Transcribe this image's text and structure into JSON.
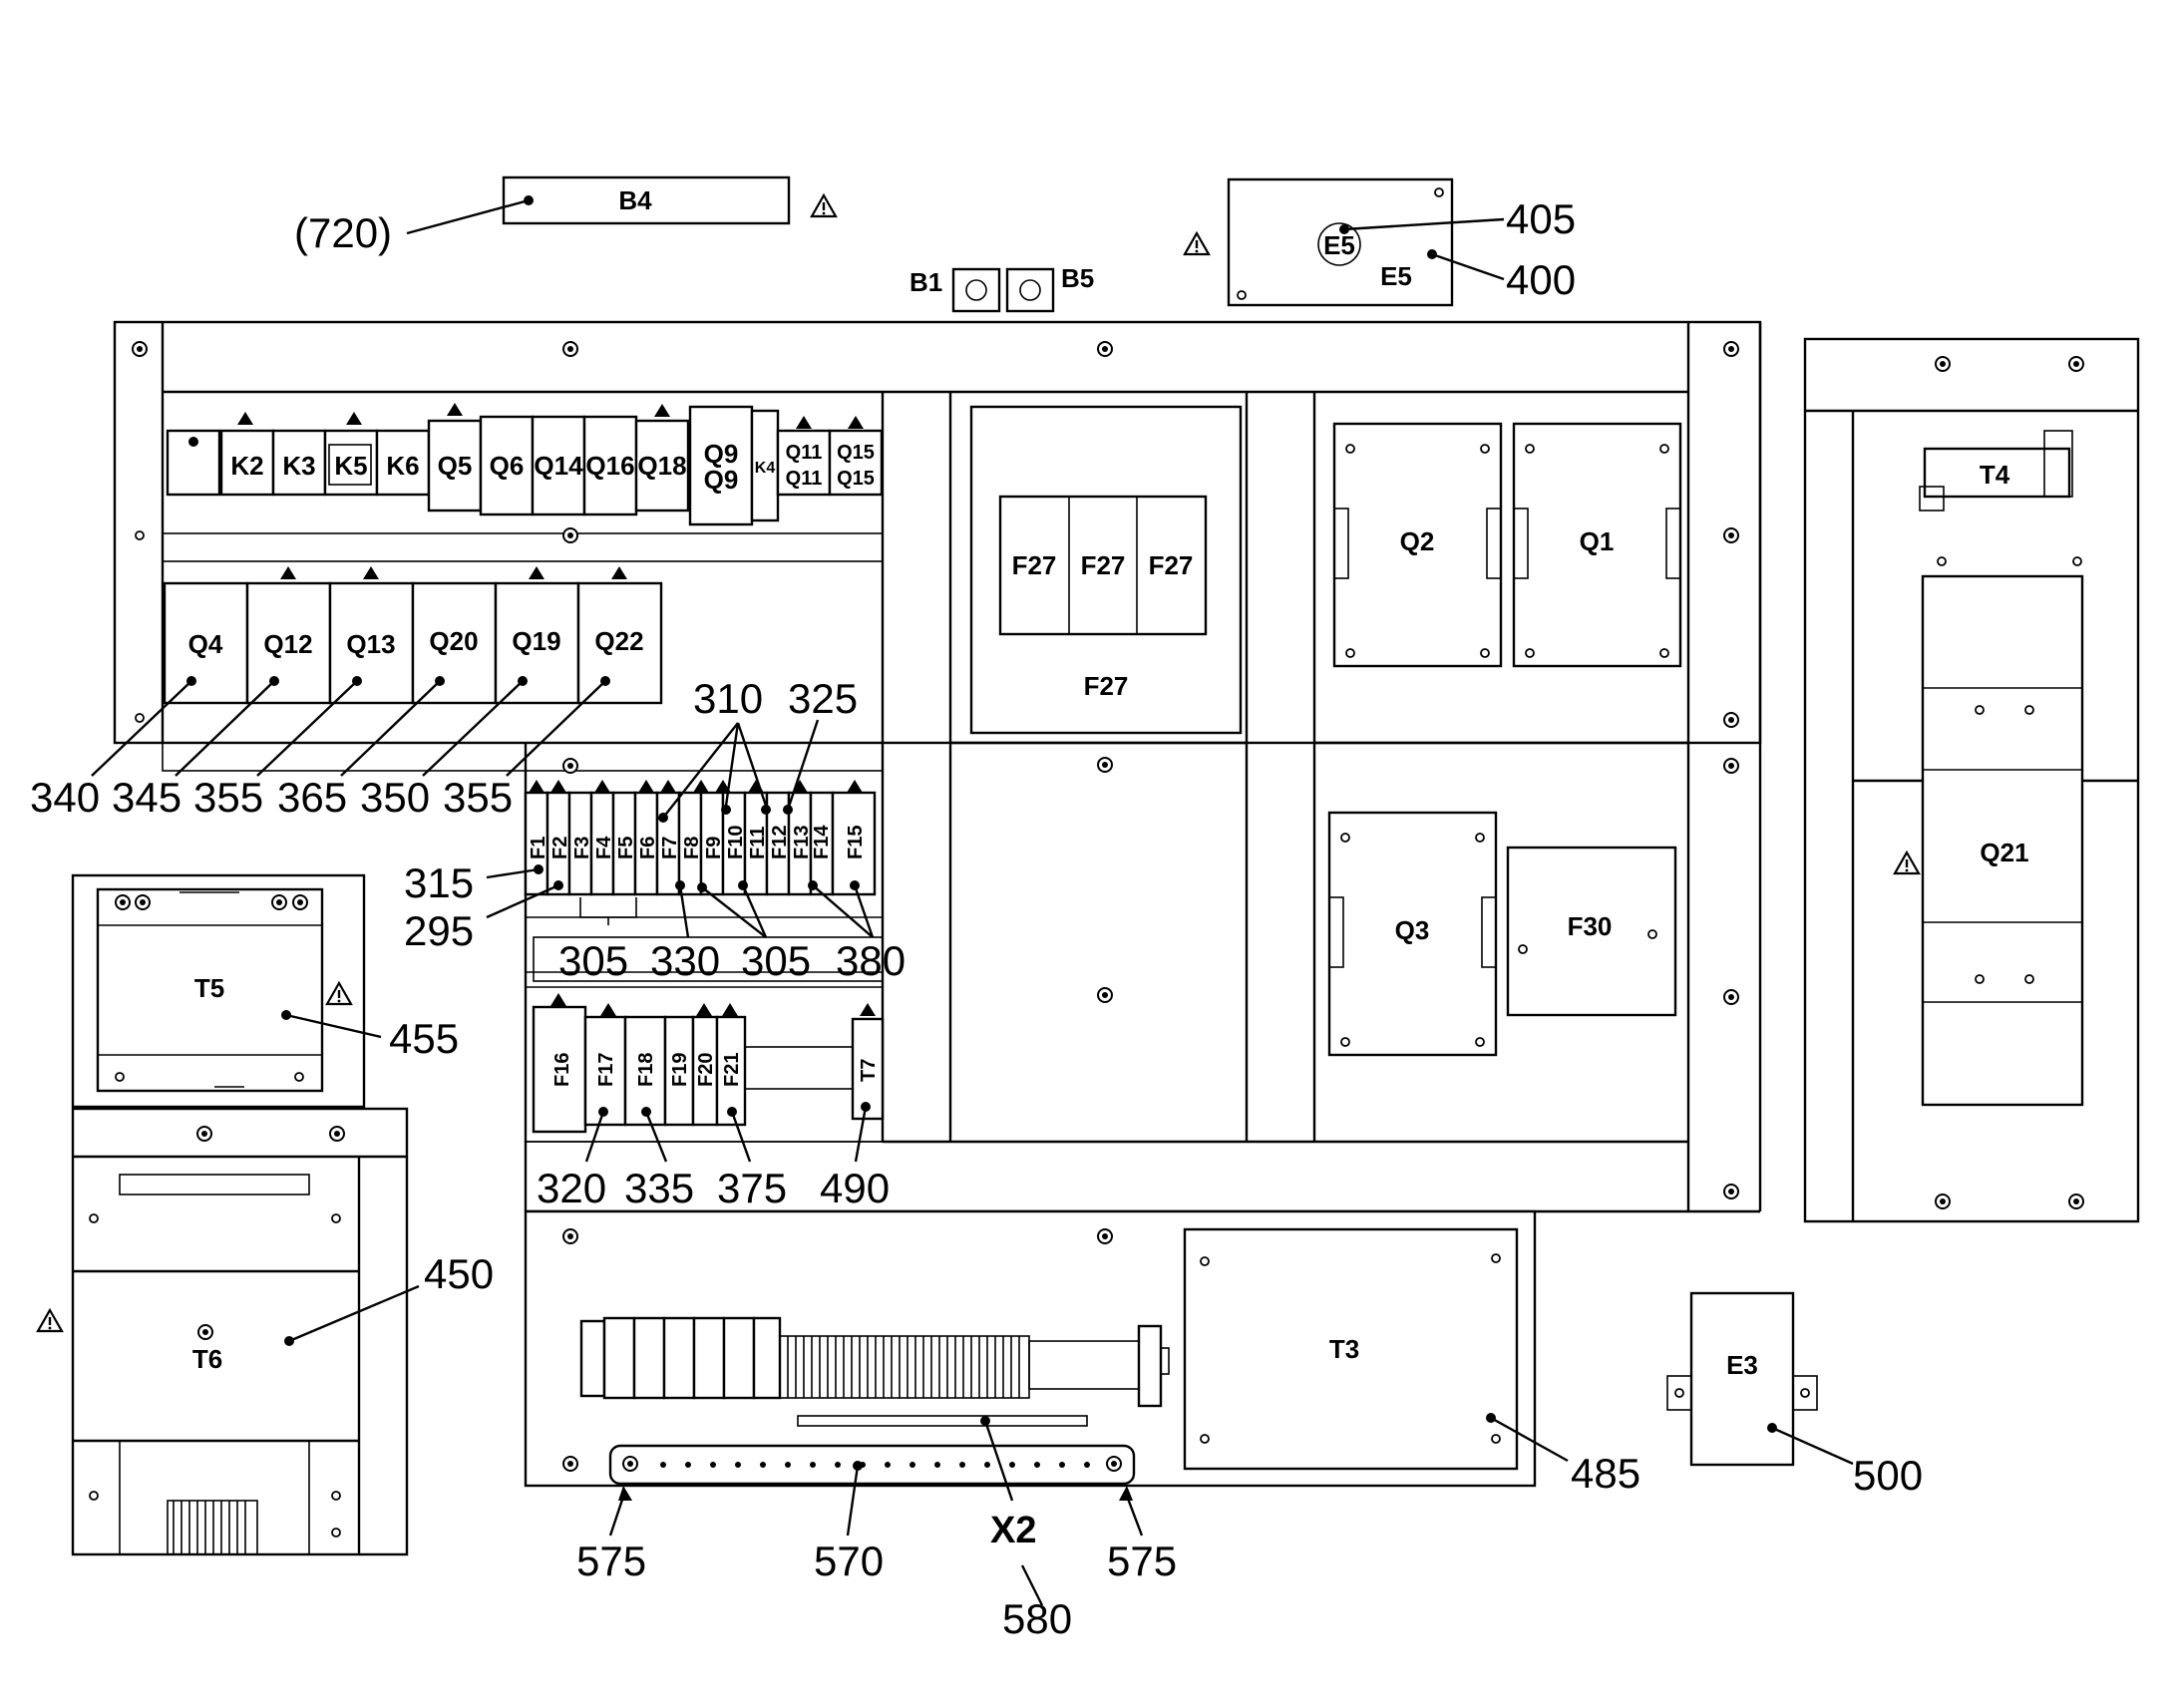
{
  "components": {
    "B4": "B4",
    "B1": "B1",
    "B5": "B5",
    "E5_top": "E5",
    "E5_bottom": "E5",
    "K2": "K2",
    "K3": "K3",
    "K5": "K5",
    "K6": "K6",
    "K4": "K4",
    "Q5": "Q5",
    "Q6": "Q6",
    "Q14": "Q14",
    "Q16": "Q16",
    "Q18": "Q18",
    "Q9a": "Q9",
    "Q9b": "Q9",
    "Q11a": "Q11",
    "Q11b": "Q11",
    "Q15a": "Q15",
    "Q15b": "Q15",
    "Q4": "Q4",
    "Q12": "Q12",
    "Q13": "Q13",
    "Q20": "Q20",
    "Q19": "Q19",
    "Q22": "Q22",
    "F27a": "F27",
    "F27b": "F27",
    "F27c": "F27",
    "F27_label": "F27",
    "Q2": "Q2",
    "Q1": "Q1",
    "Q3": "Q3",
    "F30": "F30",
    "T4": "T4",
    "Q21": "Q21",
    "T5": "T5",
    "T6": "T6",
    "T3": "T3",
    "E3": "E3",
    "T7": "T7",
    "X2": "X2",
    "F1": "F1",
    "F2": "F2",
    "F3": "F3",
    "F4": "F4",
    "F5": "F5",
    "F6": "F6",
    "F7": "F7",
    "F8": "F8",
    "F9": "F9",
    "F10": "F10",
    "F11": "F11",
    "F12": "F12",
    "F13": "F13",
    "F14": "F14",
    "F15": "F15",
    "F16": "F16",
    "F17": "F17",
    "F18": "F18",
    "F19": "F19",
    "F20": "F20",
    "F21": "F21"
  },
  "callouts": {
    "c720": "(720)",
    "c405": "405",
    "c400": "400",
    "c340": "340",
    "c345": "345",
    "c355a": "355",
    "c365": "365",
    "c350": "350",
    "c355b": "355",
    "c310": "310",
    "c325": "325",
    "c315": "315",
    "c295": "295",
    "c305a": "305",
    "c330": "330",
    "c305b": "305",
    "c380": "380",
    "c455": "455",
    "c450": "450",
    "c320": "320",
    "c335": "335",
    "c375": "375",
    "c490": "490",
    "c485": "485",
    "c500": "500",
    "c575a": "575",
    "c570": "570",
    "c580": "580",
    "c575b": "575"
  },
  "warning_symbol": "warning-triangle"
}
